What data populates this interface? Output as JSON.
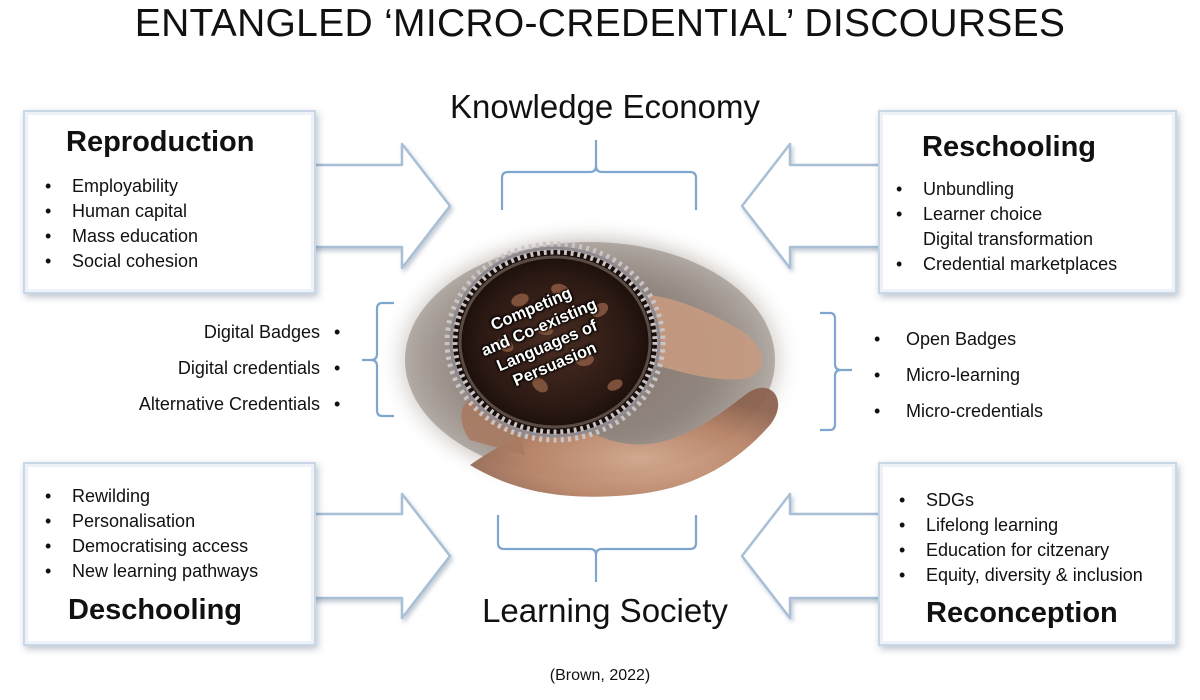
{
  "title": "ENTANGLED ‘MICRO-CREDENTIAL’ DISCOURSES",
  "top_label": "Knowledge Economy",
  "bottom_label": "Learning Society",
  "center_lines": [
    "Competing",
    "and Co-existing",
    "Languages of",
    "Persuasion"
  ],
  "quadrants": {
    "reproduction": {
      "title": "Reproduction",
      "items": [
        {
          "text": "Employability",
          "bullet": true
        },
        {
          "text": "Human capital",
          "bullet": true
        },
        {
          "text": "Mass education",
          "bullet": true
        },
        {
          "text": "Social cohesion",
          "bullet": true
        }
      ]
    },
    "reschooling": {
      "title": "Reschooling",
      "items": [
        {
          "text": "Unbundling",
          "bullet": true
        },
        {
          "text": "Learner choice",
          "bullet": true
        },
        {
          "text": "Digital transformation",
          "bullet": false
        },
        {
          "text": "Credential marketplaces",
          "bullet": true
        }
      ]
    },
    "deschooling": {
      "title": "Deschooling",
      "items": [
        {
          "text": "Rewilding",
          "bullet": true
        },
        {
          "text": "Personalisation",
          "bullet": true
        },
        {
          "text": "Democratising access",
          "bullet": true
        },
        {
          "text": "New learning pathways",
          "bullet": true
        }
      ]
    },
    "reconception": {
      "title": "Reconception",
      "items": [
        {
          "text": "SDGs",
          "bullet": true
        },
        {
          "text": "Lifelong learning",
          "bullet": true
        },
        {
          "text": "Education for citzenary",
          "bullet": true
        },
        {
          "text": "Equity, diversity & inclusion",
          "bullet": true
        }
      ]
    }
  },
  "left_terms": [
    "Digital Badges",
    "Digital credentials",
    "Alternative Credentials"
  ],
  "right_terms": [
    "Open Badges",
    "Micro-learning",
    "Micro-credentials"
  ],
  "bullet_char": "•",
  "citation": "(Brown, 2022)",
  "colors": {
    "arrow_stroke": "#a9bfd6",
    "bracket": "#7ea6cf",
    "box_border": "#c8d7e6"
  },
  "center_image": "hand-holding-ring-photo-icon"
}
